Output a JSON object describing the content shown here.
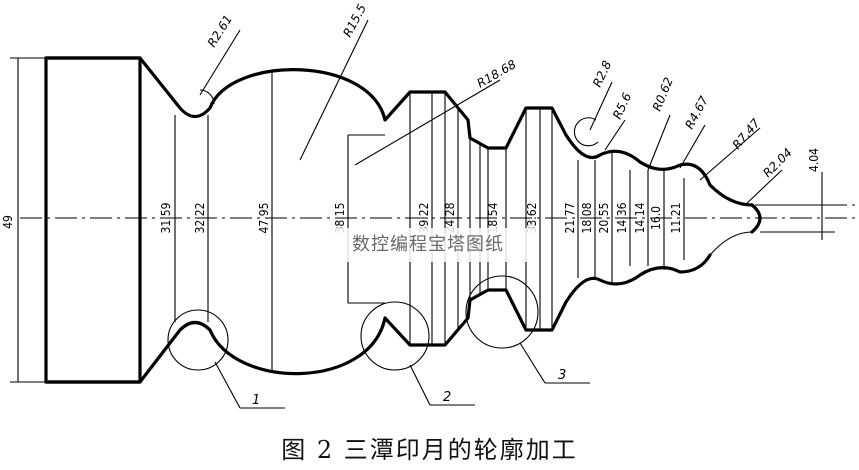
{
  "caption": "图 2 三潭印月的轮廓加工",
  "watermark": "数控编程宝塔图纸",
  "dimensions": {
    "overall": "49",
    "d1": "31.59",
    "d2": "32.22",
    "d3": "47.95",
    "d4": "38.15",
    "d5": "39.22",
    "d6": "24.28",
    "d7": "18.54",
    "d8": "33.62",
    "d9": "21.77",
    "d10": "18.08",
    "d11": "20.55",
    "d12": "14.36",
    "d13": "14.14",
    "d14": "16.0",
    "d15": "11.21",
    "small": "4.04"
  },
  "radii": {
    "r1": "R2.61",
    "r2": "R15.5",
    "r3": "R18.68",
    "r4": "R2.8",
    "r5": "R5.6",
    "r6": "R0.62",
    "r7": "R4.67",
    "r8": "R7.47",
    "r9": "R2.04"
  },
  "callouts": [
    "1",
    "2",
    "3"
  ]
}
